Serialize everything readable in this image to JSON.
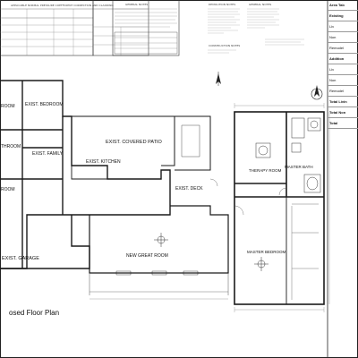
{
  "plan": {
    "caption": "osed Floor Plan",
    "rooms_existing": [
      {
        "id": "bedroom-left",
        "label": "ROOM"
      },
      {
        "id": "bedroom-center",
        "label": "EXIST. BEDROOM"
      },
      {
        "id": "bathroom-left",
        "label": "THROOM"
      },
      {
        "id": "family",
        "label": "EXIST. FAMILY"
      },
      {
        "id": "room-left-lower",
        "label": "ROOM"
      },
      {
        "id": "kitchen",
        "label": "EXIST. KITCHEN"
      },
      {
        "id": "covered-patio",
        "label": "EXIST. COVERED PATIO"
      },
      {
        "id": "garage",
        "label": "EXIST. GARAGE"
      },
      {
        "id": "deck",
        "label": "EXIST. DECK"
      }
    ],
    "rooms_new": [
      {
        "id": "great-room",
        "label": "NEW GREAT ROOM"
      },
      {
        "id": "therapy-room",
        "label": "THERAPY ROOM"
      },
      {
        "id": "master-bath",
        "label": "MASTER BATH"
      },
      {
        "id": "master-bedroom",
        "label": "MASTER BEDROOM"
      }
    ],
    "note_blocks": [
      {
        "id": "wind-table",
        "heading": "APPLICABLE NORMAL PRESSURE COEFFICIENT CORRECTION AND CLADDING"
      },
      {
        "id": "general-notes",
        "heading": "GENERAL NOTES"
      },
      {
        "id": "demo-notes",
        "heading": "DEMOLITION NOTES"
      },
      {
        "id": "construction-notes",
        "heading": "CONSTRUCTION NOTES"
      },
      {
        "id": "general-notes-2",
        "heading": "GENERAL NOTES"
      }
    ],
    "area_panel": {
      "title": "Area Tab",
      "rows": [
        "Existing",
        "Liv",
        "Non",
        "Remodel",
        "Addition",
        "Liv",
        "Non",
        "Remodel",
        "Total Livin",
        "Total Non",
        "Total"
      ]
    }
  }
}
